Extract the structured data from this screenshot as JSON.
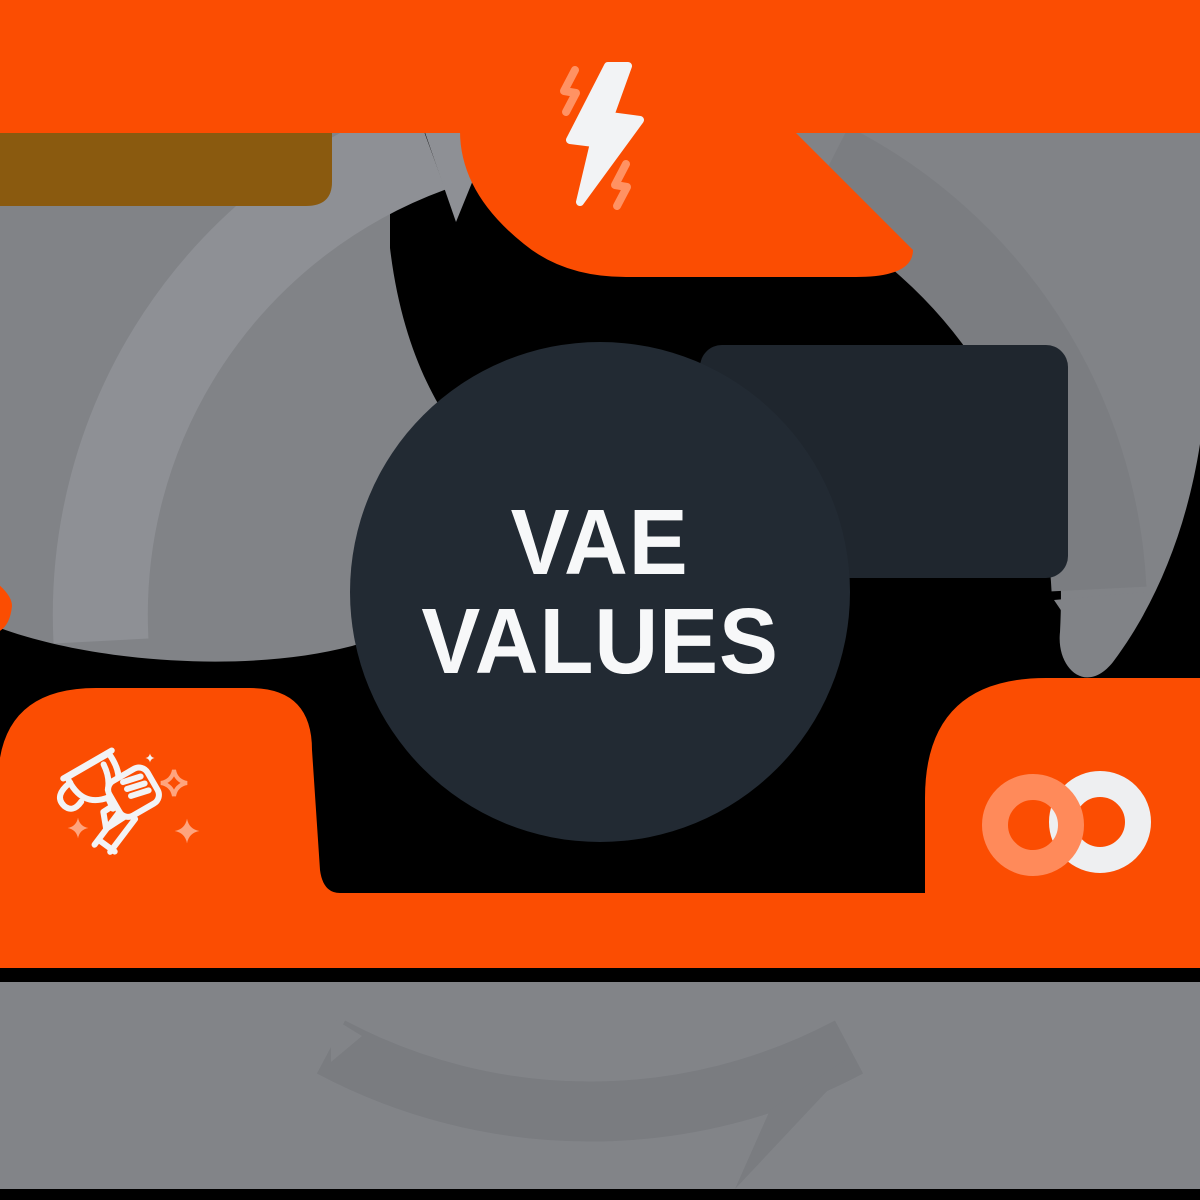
{
  "diagram": {
    "type": "cycle-diagram",
    "center": {
      "line1": "VAE",
      "line2": "VALUES"
    },
    "nodes": [
      {
        "position": "top",
        "icon": "lightning-bolt-icon"
      },
      {
        "position": "bottom-left",
        "icon": "trophy-in-hand-icon"
      },
      {
        "position": "right",
        "icon": "infinity-icon"
      }
    ]
  },
  "colors": {
    "background": "#000000",
    "orange": "#FB4D02",
    "orange-light": "#FF9263",
    "sparkle": "#FEA47E",
    "infinity-orange": "#FF8A5A",
    "infinity-white": "#EEEFF1",
    "icon-white": "#F2F3F5",
    "amber-brown": "#8A5A0F",
    "gray-backdrop": "#818387",
    "gray-arc-light": "#8E9095",
    "gray-arc-dark": "#7B7D81",
    "gray-band": "#828488",
    "gray-arrow-darker": "#7A7C80",
    "navy": "#222A33",
    "navy-tab": "#1F262E",
    "text-white": "#F7F8F9"
  }
}
